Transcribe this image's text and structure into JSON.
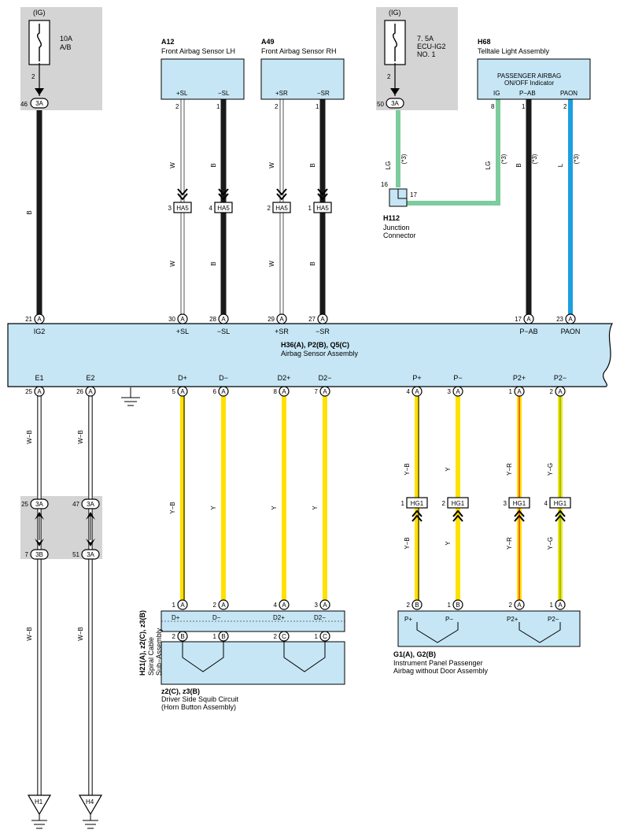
{
  "fuses": {
    "f1": {
      "supply": "(IG)",
      "rating": "10A",
      "name": "A/B",
      "pin": "2",
      "conn_pin": "46",
      "conn": "3A"
    },
    "f2": {
      "supply": "(IG)",
      "rating": "7. 5A",
      "name1": "ECU-IG2",
      "name2": "NO. 1",
      "pin": "2",
      "conn_pin": "50",
      "conn": "3A"
    }
  },
  "a12": {
    "code": "A12",
    "name": "Front Airbag Sensor LH",
    "t1": "+SL",
    "t2": "−SL",
    "p1": "2",
    "p2": "1"
  },
  "a49": {
    "code": "A49",
    "name": "Front Airbag Sensor RH",
    "t1": "+SR",
    "t2": "−SR",
    "p1": "2",
    "p2": "1"
  },
  "h68": {
    "code": "H68",
    "name": "Telltale Light Assembly",
    "line1": "PASSENGER AIRBAG",
    "line2": "ON/OFF Indicator",
    "t1": "IG",
    "t2": "P−AB",
    "t3": "PAON",
    "p1": "8",
    "p2": "1",
    "p3": "2"
  },
  "h112": {
    "code": "H112",
    "name1": "Junction",
    "name2": "Connector",
    "p1": "16",
    "p2": "17"
  },
  "ha5": {
    "name": "HA5",
    "pins": [
      "3",
      "4",
      "2",
      "1"
    ]
  },
  "hg1": {
    "name": "HG1",
    "pins": [
      "1",
      "2",
      "3",
      "4"
    ]
  },
  "wire_colors": {
    "w": "W",
    "b": "B",
    "lg": "LG",
    "l": "L",
    "note": "(*3)",
    "wb": "W−B",
    "y": "Y",
    "yb": "Y−B",
    "yr": "Y−R",
    "yg": "Y−G"
  },
  "main": {
    "title": "H36(A), P2(B), Q5(C)",
    "subtitle": "Airbag Sensor Assembly",
    "top": [
      {
        "pin": "21",
        "conn": "A",
        "label": "IG2"
      },
      {
        "pin": "30",
        "conn": "A",
        "label": "+SL"
      },
      {
        "pin": "28",
        "conn": "A",
        "label": "−SL"
      },
      {
        "pin": "29",
        "conn": "A",
        "label": "+SR"
      },
      {
        "pin": "27",
        "conn": "A",
        "label": "−SR"
      },
      {
        "pin": "17",
        "conn": "A",
        "label": "P−AB"
      },
      {
        "pin": "23",
        "conn": "A",
        "label": "PAON"
      }
    ],
    "bottom": [
      {
        "pin": "25",
        "conn": "A",
        "label": "E1"
      },
      {
        "pin": "26",
        "conn": "A",
        "label": "E2"
      },
      {
        "pin": "5",
        "conn": "A",
        "label": "D+"
      },
      {
        "pin": "6",
        "conn": "A",
        "label": "D−"
      },
      {
        "pin": "8",
        "conn": "A",
        "label": "D2+"
      },
      {
        "pin": "7",
        "conn": "A",
        "label": "D2−"
      },
      {
        "pin": "4",
        "conn": "A",
        "label": "P+"
      },
      {
        "pin": "3",
        "conn": "A",
        "label": "P−"
      },
      {
        "pin": "1",
        "conn": "A",
        "label": "P2+"
      },
      {
        "pin": "2",
        "conn": "A",
        "label": "P2−"
      }
    ]
  },
  "junction_block": {
    "top": [
      {
        "pin": "25",
        "conn": "3A"
      },
      {
        "pin": "47",
        "conn": "3A"
      }
    ],
    "bottom": [
      {
        "pin": "7",
        "conn": "3B"
      },
      {
        "pin": "51",
        "conn": "3A"
      }
    ]
  },
  "spiral": {
    "title": "H21(A), z2(C), z3(B)",
    "name1": "Spiral Cable",
    "name2": "Sub−Assembly",
    "terms": [
      "D+",
      "D−",
      "D2+",
      "D2−"
    ],
    "top_pins": [
      {
        "pin": "1",
        "conn": "A"
      },
      {
        "pin": "2",
        "conn": "A"
      },
      {
        "pin": "4",
        "conn": "A"
      },
      {
        "pin": "3",
        "conn": "A"
      }
    ],
    "bottom_pins": [
      {
        "pin": "2",
        "conn": "B"
      },
      {
        "pin": "1",
        "conn": "B"
      },
      {
        "pin": "2",
        "conn": "C"
      },
      {
        "pin": "1",
        "conn": "C"
      }
    ]
  },
  "squib": {
    "title": "z2(C), z3(B)",
    "name1": "Driver Side Squib Circuit",
    "name2": "(Horn Button Assembly)"
  },
  "pass": {
    "title": "G1(A), G2(B)",
    "name1": "Instrument Panel Passenger",
    "name2": "Airbag without Door Assembly",
    "terms": [
      "P+",
      "P−",
      "P2+",
      "P2−"
    ],
    "pins": [
      {
        "pin": "2",
        "conn": "B"
      },
      {
        "pin": "1",
        "conn": "B"
      },
      {
        "pin": "2",
        "conn": "A"
      },
      {
        "pin": "1",
        "conn": "A"
      }
    ]
  },
  "grounds": [
    "H1",
    "H4"
  ],
  "colors": {
    "box": "#c6e6f5",
    "grey": "#d4d4d4",
    "black": "#1a1a1a",
    "lg": "#7ccc9c",
    "blue": "#1aa0e0",
    "yellow": "#ffe000",
    "red": "#e02020",
    "green": "#3cb44b"
  }
}
